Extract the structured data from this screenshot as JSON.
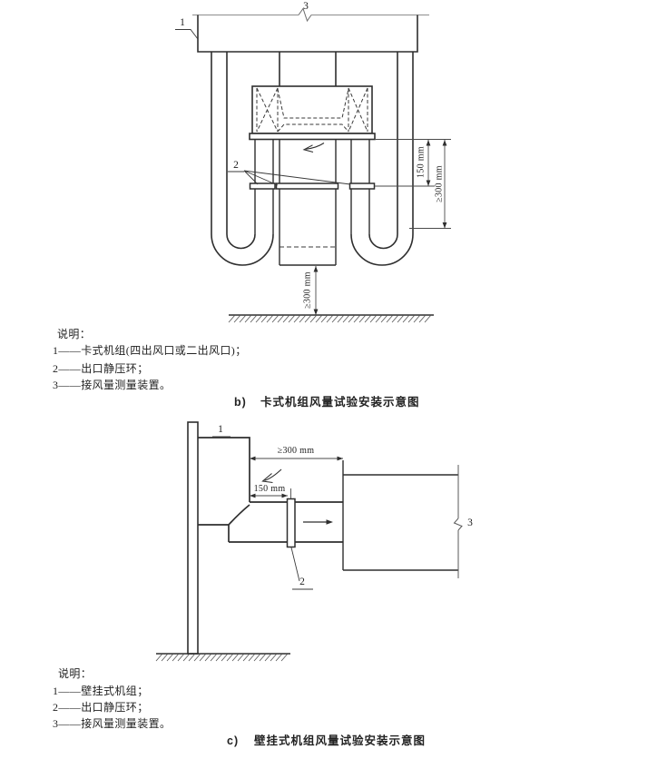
{
  "page": {
    "background": "#ffffff",
    "ink": "#2e2e2e"
  },
  "figure_b": {
    "part_labels": {
      "unit": "1",
      "ring": "2",
      "device": "3"
    },
    "dimensions": {
      "outlet_to_ring": "150 mm",
      "outlet_to_bend": "≥300 mm",
      "inlet_to_floor": "≥300 mm"
    },
    "legend": {
      "title": "说明：",
      "items": [
        "1——卡式机组(四出风口或二出风口)；",
        "2——出口静压环；",
        "3——接风量测量装置。"
      ]
    },
    "caption": {
      "prefix": "b)",
      "title": "卡式机组风量试验安装示意图"
    }
  },
  "figure_c": {
    "part_labels": {
      "unit": "1",
      "ring": "2",
      "device": "3"
    },
    "dimensions": {
      "outlet_to_ring": "150 mm",
      "outlet_to_device": "≥300 mm"
    },
    "legend": {
      "title": "说明：",
      "items": [
        "1——壁挂式机组；",
        "2——出口静压环；",
        "3——接风量测量装置。"
      ]
    },
    "caption": {
      "prefix": "c)",
      "title": "壁挂式机组风量试验安装示意图"
    }
  }
}
